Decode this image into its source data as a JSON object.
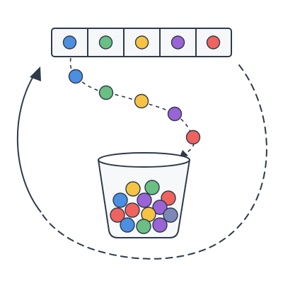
{
  "colors": {
    "blue": "#4a8fe2",
    "green": "#6abf82",
    "yellow": "#f6c343",
    "purple": "#9a63d6",
    "red": "#f0625e",
    "slate": "#7c88b8",
    "stroke": "#2f3a4a",
    "strip_fill": "#f5f7f9",
    "cup_fill": "#f6f8fa"
  },
  "strip": {
    "slots": [
      "blue",
      "green",
      "yellow",
      "purple",
      "red"
    ]
  },
  "falling_path": {
    "balls": [
      "blue",
      "green",
      "yellow",
      "purple",
      "red"
    ]
  },
  "cup": {
    "balls": [
      "yellow",
      "green",
      "blue",
      "purple",
      "red",
      "red",
      "red",
      "purple",
      "slate",
      "yellow",
      "blue",
      "green",
      "purple"
    ]
  },
  "cycle_arrow": {
    "style": "solid-then-dashed",
    "direction": "counterclockwise-back-to-strip"
  }
}
